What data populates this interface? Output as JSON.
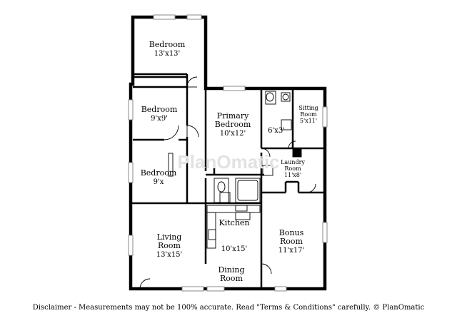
{
  "rooms": {
    "bedroom_top": {
      "name": "Bedroom",
      "dims": "13'x13'"
    },
    "bedroom_mid": {
      "name": "Bedroom",
      "dims": "9'x9'"
    },
    "bedroom_small": {
      "name": "Bedroom",
      "dims": "9'x"
    },
    "primary_bedroom": {
      "line1": "Primary",
      "line2": "Bedroom",
      "dims": "10'x12'"
    },
    "bath_closet": {
      "dims": "6'x3'"
    },
    "sitting_room": {
      "line1": "Sitting",
      "line2": "Room",
      "dims": "5'x11'"
    },
    "laundry_room": {
      "line1": "Laundry",
      "line2": "Room",
      "dims": "11'x8'"
    },
    "kitchen": {
      "name": "Kitchen",
      "dims": "10'x15'"
    },
    "bonus_room": {
      "line1": "Bonus",
      "line2": "Room",
      "dims": "11'x17'"
    },
    "living_room": {
      "line1": "Living",
      "line2": "Room",
      "dims": "13'x15'"
    },
    "dining_room": {
      "line1": "Dining",
      "line2": "Room"
    }
  },
  "watermark": "PlanOmatic",
  "disclaimer": "Disclaimer - Measurements may not be 100% accurate. Read \"Terms & Conditions\" carefully. © PlanOmatic"
}
